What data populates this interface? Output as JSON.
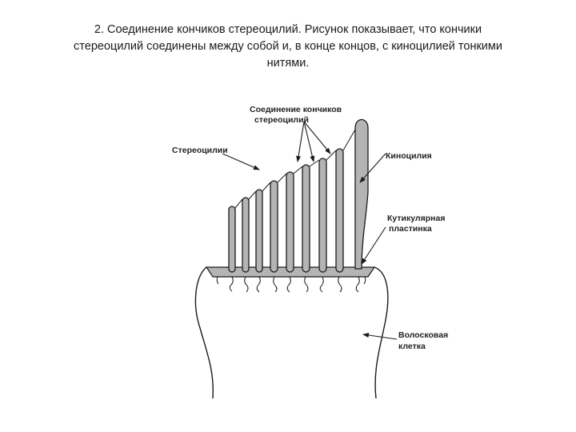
{
  "caption": {
    "line1": "2. Соединение кончиков стереоцилий. Рисунок показывает, что кончики",
    "line2": "стереоцилий соединены между собой и, в конце концов, с киноцилией тонкими",
    "line3": "нитями."
  },
  "labels": {
    "tip_links_1": "Соединение кончиков",
    "tip_links_2": "стереоцилий",
    "stereocilia": "Стереоцилии",
    "kinocilium": "Киноцилия",
    "cuticular_1": "Кутикулярная",
    "cuticular_2": "пластинка",
    "hair_cell_1": "Волосковая",
    "hair_cell_2": "клетка"
  },
  "colors": {
    "ink": "#1a1a1a",
    "fill_gray": "#b4b4b4"
  }
}
